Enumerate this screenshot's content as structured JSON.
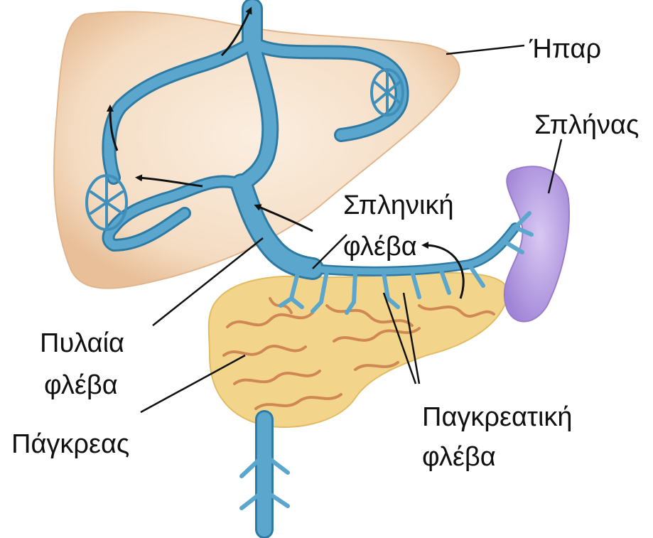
{
  "labels": {
    "liver": "Ήπαρ",
    "spleen": "Σπλήνας",
    "splenic_vein": [
      "Σπληνική",
      "φλέβα"
    ],
    "portal_vein": [
      "Πυλαία",
      "φλέβα"
    ],
    "pancreas": "Πάγκρεας",
    "pancreatic_vein": [
      "Παγκρεατική",
      "φλέβα"
    ]
  },
  "colors": {
    "liver_fill": "#f4dcc2",
    "liver_edge": "#e8bf98",
    "vein": "#5aa6cc",
    "vein_edge": "#2e7aa3",
    "pancreas_fill": "#f2d58a",
    "pancreas_vessel": "#c97b4a",
    "spleen_fill": "#b89be0",
    "spleen_edge": "#9a7ccc",
    "arrow": "#111111",
    "leader_line": "#111111"
  }
}
